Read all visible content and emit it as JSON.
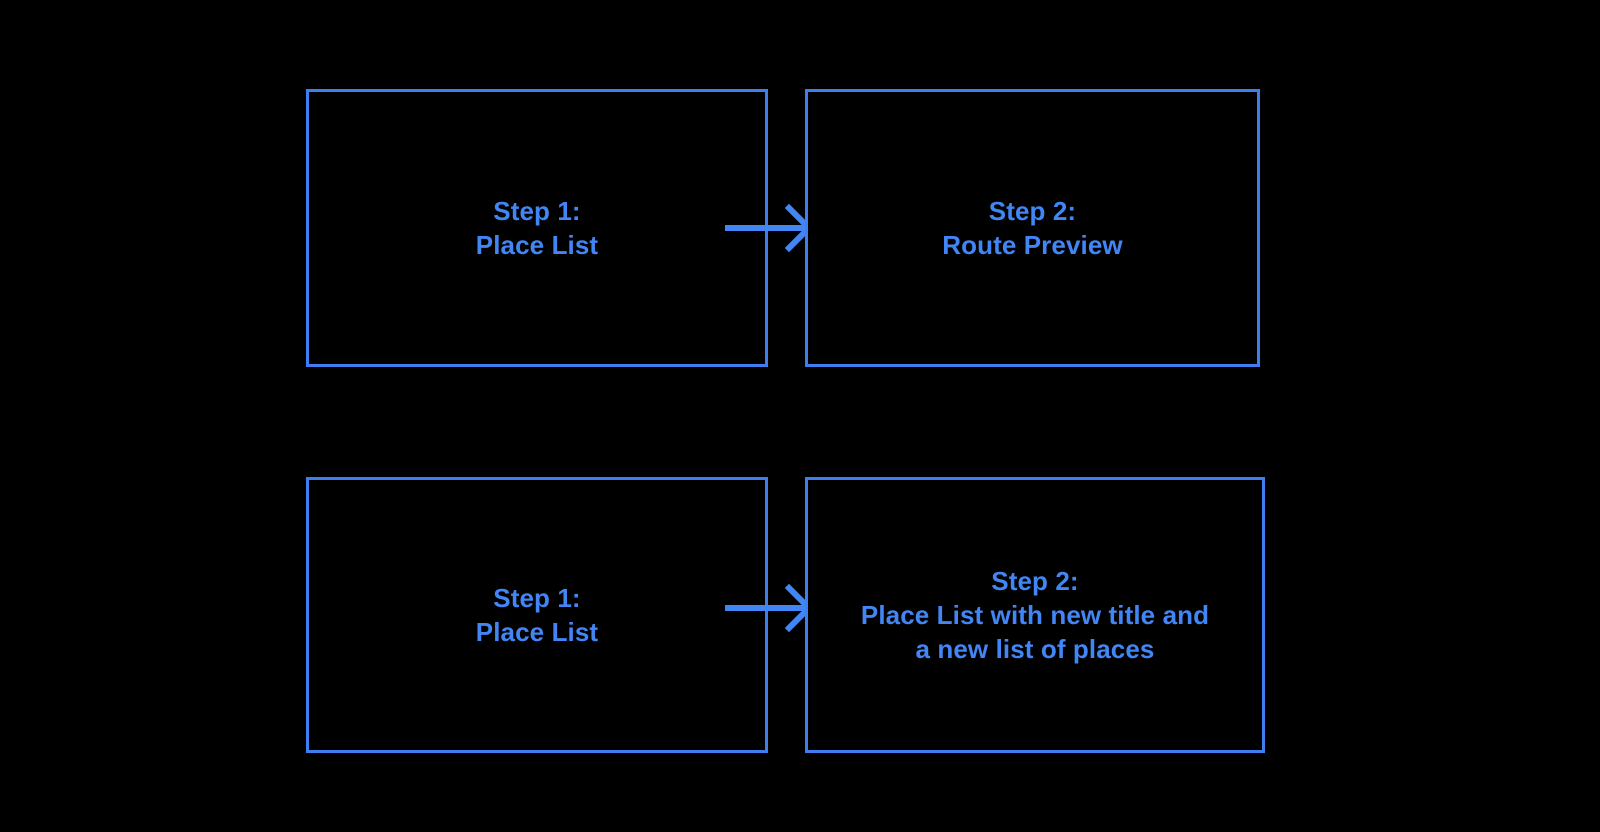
{
  "diagram": {
    "background_color": "#000000",
    "accent_color": "#4285f4",
    "border_color": "#3d7ff0",
    "rows": [
      {
        "id": "route-preview-flow",
        "left_box": {
          "label": "Step 1:\nPlace List",
          "step_number": "Step 1:",
          "step_name": "Place List"
        },
        "connector": {
          "icon": "arrow-right-icon",
          "direction": "right"
        },
        "right_box": {
          "label": "Step 2:\nRoute Preview",
          "step_number": "Step 2:",
          "step_name": "Route Preview"
        }
      },
      {
        "id": "new-list-flow",
        "left_box": {
          "label": "Step 1:\nPlace List",
          "step_number": "Step 1:",
          "step_name": "Place List"
        },
        "connector": {
          "icon": "arrow-right-icon",
          "direction": "right"
        },
        "right_box": {
          "label": "Step 2:\nPlace List with new title and\na new list of places",
          "step_number": "Step 2:",
          "step_name": "Place List with new title and a new list of places"
        }
      }
    ]
  }
}
